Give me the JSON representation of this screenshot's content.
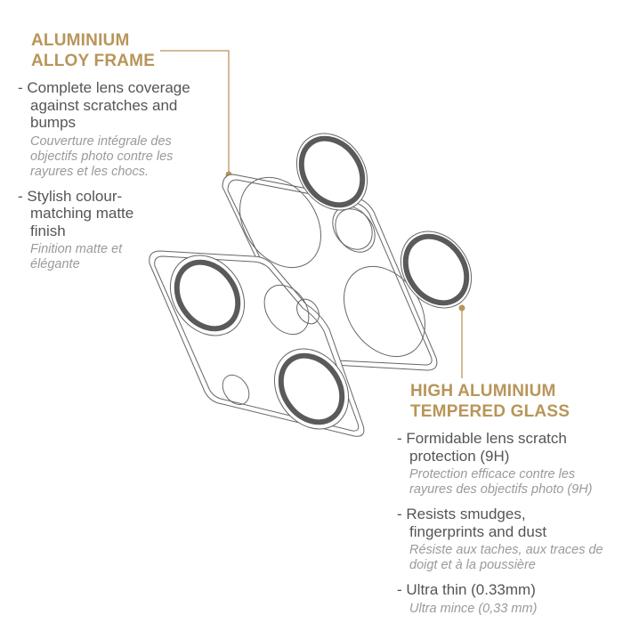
{
  "frame": {
    "title_lines": [
      "ALUMINIUM",
      "ALLOY FRAME"
    ],
    "features": [
      {
        "en": "- Complete lens coverage against scratches and bumps",
        "fr": "Couverture intégrale des objectifs photo contre les rayures et les chocs."
      },
      {
        "en": "- Stylish colour-matching matte finish",
        "fr": "Finition matte et élégante"
      }
    ]
  },
  "glass": {
    "title_lines": [
      "HIGH ALUMINIUM",
      "TEMPERED GLASS"
    ],
    "features": [
      {
        "en": "- Formidable lens scratch protection (9H)",
        "fr": "Protection efficace contre les rayures des objectifs photo (9H)"
      },
      {
        "en": "- Resists smudges, fingerprints and dust",
        "fr": "Résiste aux taches, aux traces de doigt et à la poussière"
      },
      {
        "en": "- Ultra thin (0.33mm)",
        "fr": "Ultra mince (0,33 mm)"
      }
    ]
  },
  "colors": {
    "accent": "#b8955a",
    "text": "#555555",
    "subtext": "#9a9a9a",
    "ring": "#5a5a5a",
    "outline": "#666666"
  }
}
